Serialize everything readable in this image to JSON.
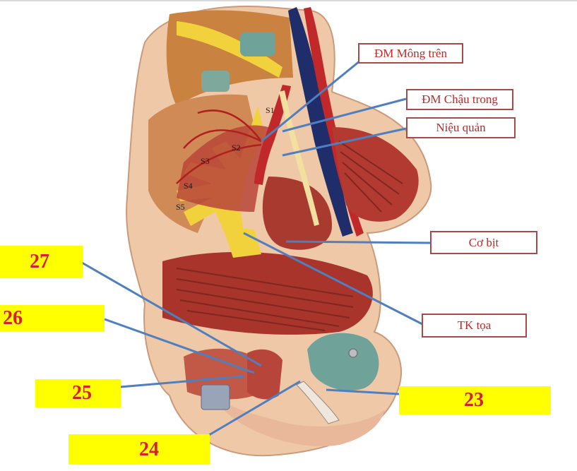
{
  "figure": {
    "callouts": [
      {
        "id": "dm-mong-tren",
        "text": "ĐM Mông trên"
      },
      {
        "id": "dm-chau-trong",
        "text": "ĐM Chậu trong"
      },
      {
        "id": "nieu-quan",
        "text": "Niệu quản"
      },
      {
        "id": "co-bit",
        "text": "Cơ bịt"
      },
      {
        "id": "tk-toa",
        "text": "TK tọa"
      }
    ],
    "numbered_labels": [
      "27",
      "26",
      "25",
      "24",
      "23"
    ],
    "sacral_labels": [
      "S1",
      "S2",
      "S3",
      "S4",
      "S5"
    ]
  },
  "colors": {
    "label_fill": "#ffff00",
    "label_text": "#d6202a",
    "callout_border": "#a94a4a",
    "leader_line": "#4f7fbf",
    "muscle": "#b03a2e",
    "nerve": "#f2d23c",
    "bone": "#e8b48a",
    "cartilage": "#6fa39a"
  }
}
